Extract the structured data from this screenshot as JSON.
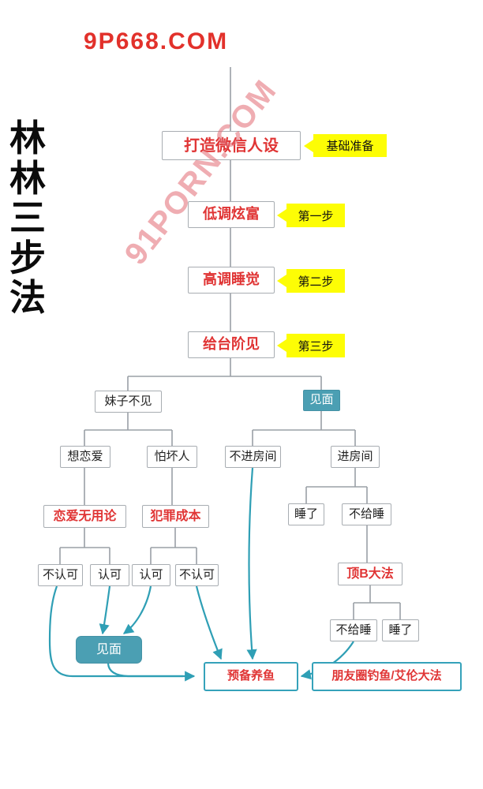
{
  "watermarks": {
    "top": "9P668.COM",
    "diagonal": "91PORN.COM"
  },
  "side_title": "林林三步法",
  "colors": {
    "accent_red": "#e03535",
    "label_yellow": "#fdfd05",
    "teal_fill": "#4b9fb3",
    "teal_arrow": "#2f9fb5",
    "line_gray": "#9aa0a6"
  },
  "nodes": {
    "persona": "打造微信人设",
    "tag_base": "基础准备",
    "step1": "低调炫富",
    "tag_step1": "第一步",
    "step2": "高调睡觉",
    "tag_step2": "第二步",
    "step3": "给台阶见",
    "tag_step3": "第三步",
    "girl_no_meet": "妹子不见",
    "meet_top": "见面",
    "want_love": "想恋爱",
    "fear_bad_guy": "怕坏人",
    "love_useless": "恋爱无用论",
    "crime_cost": "犯罪成本",
    "left_disagree": "不认可",
    "left_agree": "认可",
    "right_agree": "认可",
    "right_disagree": "不认可",
    "no_enter_room": "不进房间",
    "enter_room": "进房间",
    "slept": "睡了",
    "not_sleep": "不给睡",
    "ding_b_method": "顶B大法",
    "not_sleep_2": "不给睡",
    "slept_2": "睡了",
    "meet_bottom": "见面",
    "prepare_fish": "预备养鱼",
    "moments_fishing": "朋友圈钓鱼/艾伦大法"
  }
}
